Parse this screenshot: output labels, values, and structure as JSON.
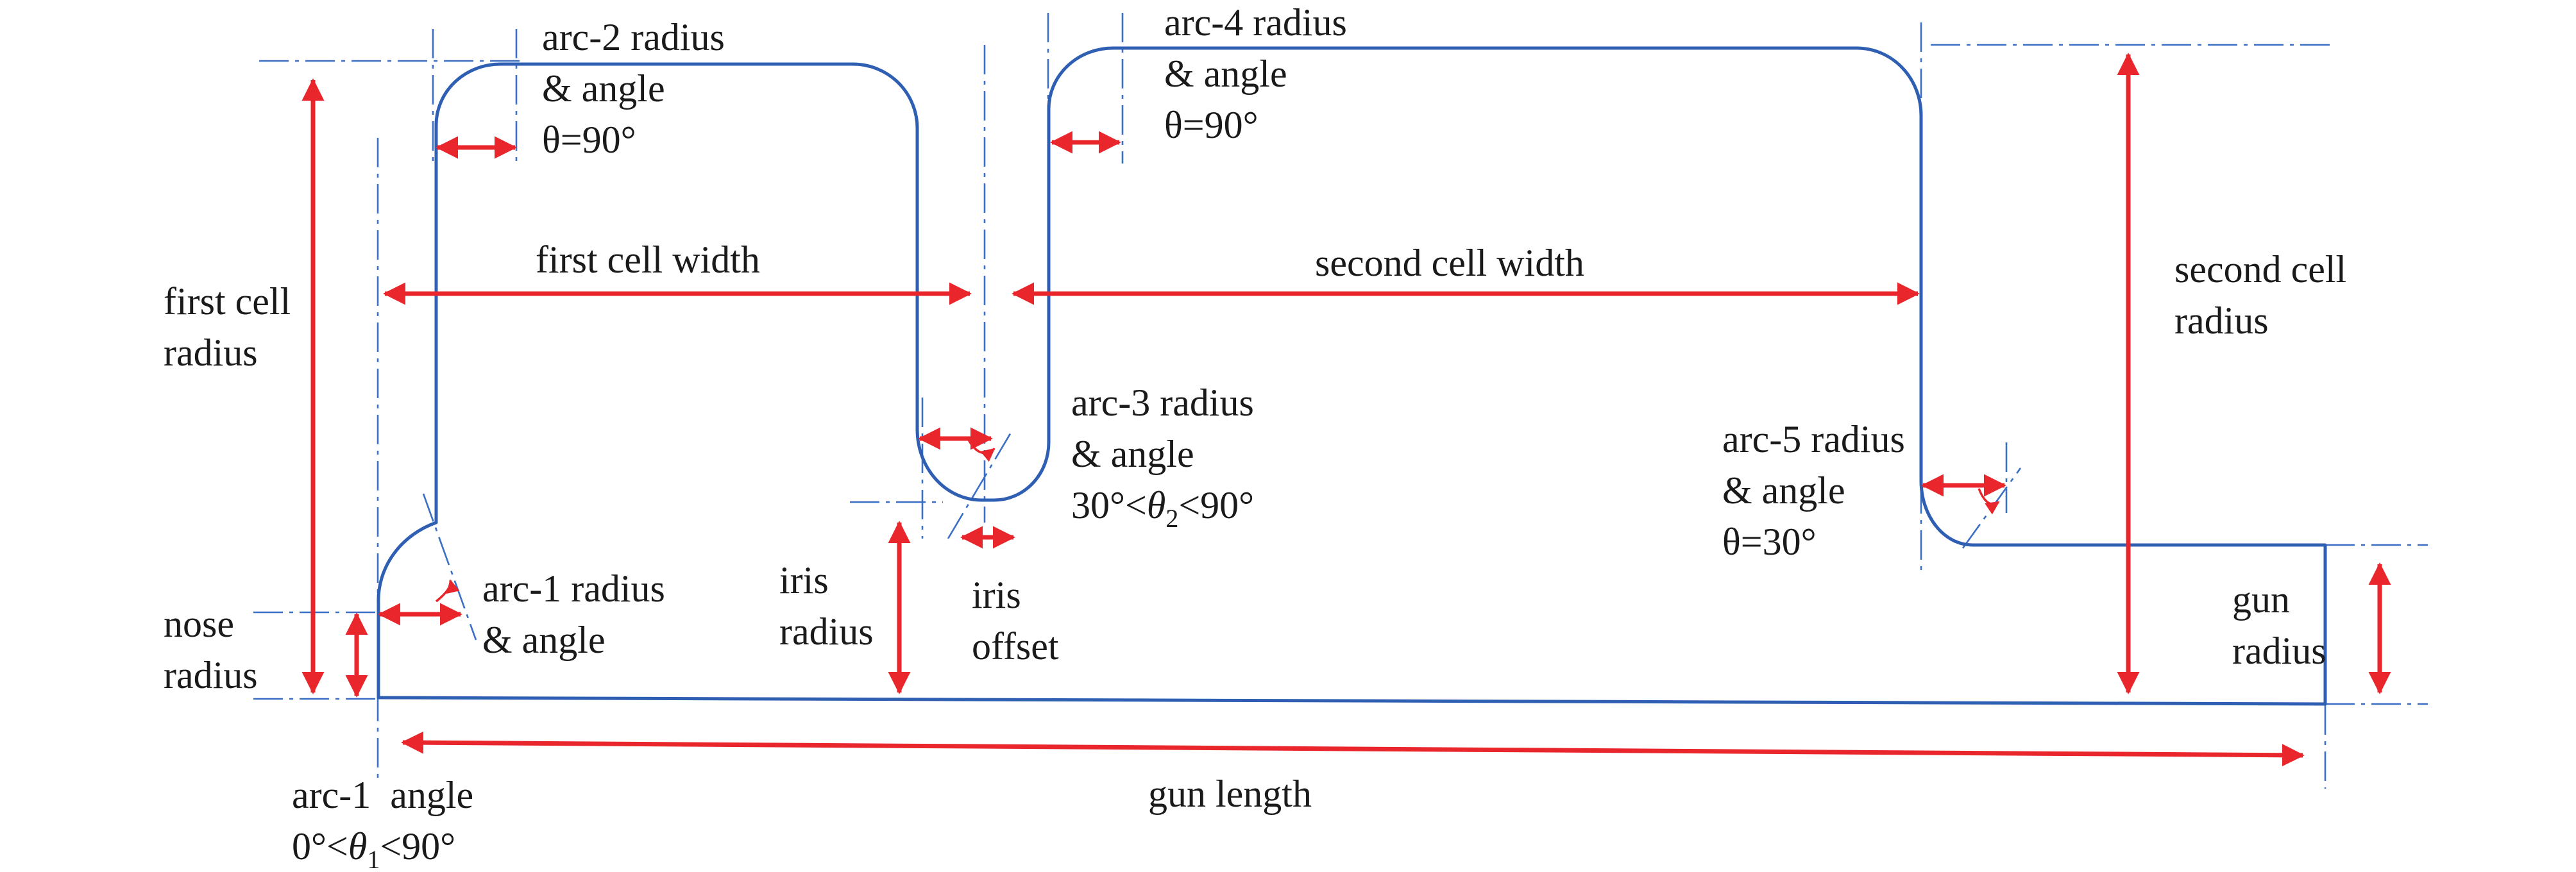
{
  "labels": {
    "arc2": [
      "arc-2 radius",
      "& angle",
      "θ=90°"
    ],
    "arc4": [
      "arc-4 radius",
      "& angle",
      "θ=90°"
    ],
    "first_cell_width": "first cell width",
    "second_cell_width": "second cell width",
    "first_cell_radius": [
      "first cell",
      "radius"
    ],
    "second_cell_radius": [
      "second cell",
      "radius"
    ],
    "arc3": {
      "line1": "arc-3 radius",
      "line2": "& angle",
      "line3_pre": "30°<",
      "theta": "θ",
      "sub": "2",
      "line3_post": "<90°"
    },
    "arc5": [
      "arc-5 radius",
      "& angle",
      "θ=30°"
    ],
    "arc1": [
      "arc-1 radius",
      "& angle"
    ],
    "nose_radius": [
      "nose",
      "radius"
    ],
    "iris_radius": [
      "iris",
      "radius"
    ],
    "iris_offset": [
      "iris",
      "offset"
    ],
    "gun_radius": [
      "gun",
      "radius"
    ],
    "gun_length": "gun length",
    "arc1_angle": {
      "line1": "arc-1  angle",
      "line2_pre": "0°<",
      "theta": "θ",
      "sub": "1",
      "line2_post": "<90°"
    }
  },
  "colors": {
    "profile": "#2f5fb3",
    "dimension_arrows": "#e8262b",
    "centerlines": "#3a6fc4",
    "text": "#1a1a1a"
  }
}
